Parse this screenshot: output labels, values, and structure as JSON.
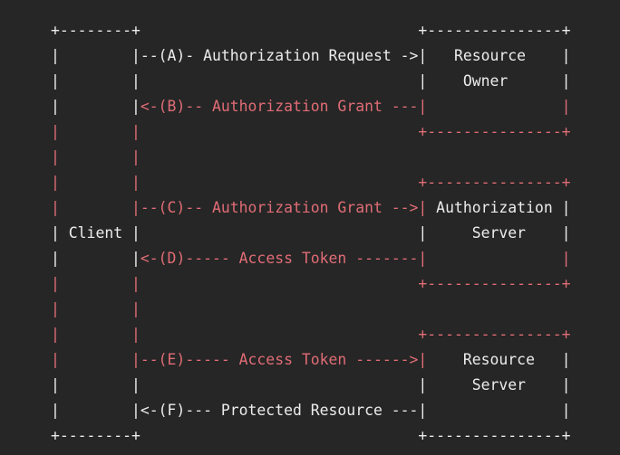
{
  "diagram": {
    "colors": {
      "background": "#262626",
      "text_primary": "#ececec",
      "text_accent": "#e06c75"
    },
    "lines": [
      [
        {
          "t": "+--------+                               +---------------+",
          "c": "w"
        }
      ],
      [
        {
          "t": "|        |--(A)- Authorization Request ->|   Resource    |",
          "c": "w"
        }
      ],
      [
        {
          "t": "|        |                               |    Owner      |",
          "c": "w"
        }
      ],
      [
        {
          "t": "|        |",
          "c": "w"
        },
        {
          "t": "<-(B)-- Authorization Grant ---|",
          "c": "r"
        },
        {
          "t": "               ",
          "c": "w"
        },
        {
          "t": "|",
          "c": "r"
        }
      ],
      [
        {
          "t": "|        |                               +---------------+",
          "c": "r"
        }
      ],
      [
        {
          "t": "|        |",
          "c": "r"
        }
      ],
      [
        {
          "t": "|        |                               +---------------+",
          "c": "r"
        }
      ],
      [
        {
          "t": "|        |--(C)-- Authorization Grant -->|",
          "c": "r"
        },
        {
          "t": " Authorization |",
          "c": "w"
        }
      ],
      [
        {
          "t": "| Client |                               |     Server    |",
          "c": "w"
        }
      ],
      [
        {
          "t": "|        |",
          "c": "w"
        },
        {
          "t": "<-(D)----- Access Token -------|",
          "c": "r"
        },
        {
          "t": "               ",
          "c": "w"
        },
        {
          "t": "|",
          "c": "r"
        }
      ],
      [
        {
          "t": "|        |                               +---------------+",
          "c": "r"
        }
      ],
      [
        {
          "t": "|        |",
          "c": "r"
        }
      ],
      [
        {
          "t": "|        |                               +---------------+",
          "c": "r"
        }
      ],
      [
        {
          "t": "|        |--(E)----- Access Token ------>|",
          "c": "r"
        },
        {
          "t": "    Resource   |",
          "c": "w"
        }
      ],
      [
        {
          "t": "|        |                               |     Server    |",
          "c": "w"
        }
      ],
      [
        {
          "t": "|        |<-(F)--- Protected Resource ---|               |",
          "c": "w"
        }
      ],
      [
        {
          "t": "+--------+                               +---------------+",
          "c": "w"
        }
      ]
    ]
  }
}
